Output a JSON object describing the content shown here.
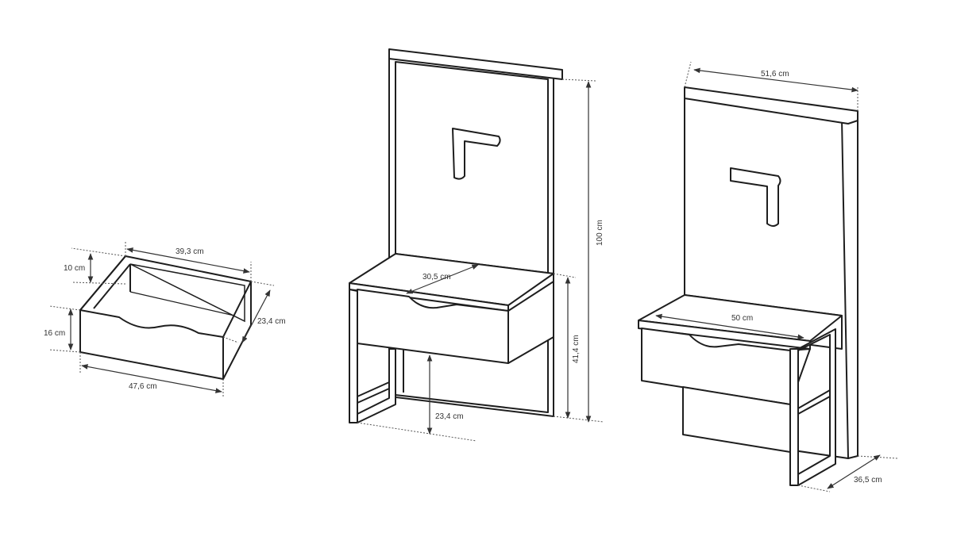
{
  "drawer": {
    "width": "39,3 cm",
    "height_inner": "10 cm",
    "height_front": "16 cm",
    "depth": "23,4 cm",
    "front_width": "47,6 cm"
  },
  "unit_front": {
    "shelf_depth": "30,5 cm",
    "clearance": "23,4 cm",
    "table_height": "41,4 cm",
    "total_height": "100 cm"
  },
  "unit_side": {
    "total_width": "51,6 cm",
    "shelf_width": "50 cm",
    "depth": "36,5 cm"
  }
}
